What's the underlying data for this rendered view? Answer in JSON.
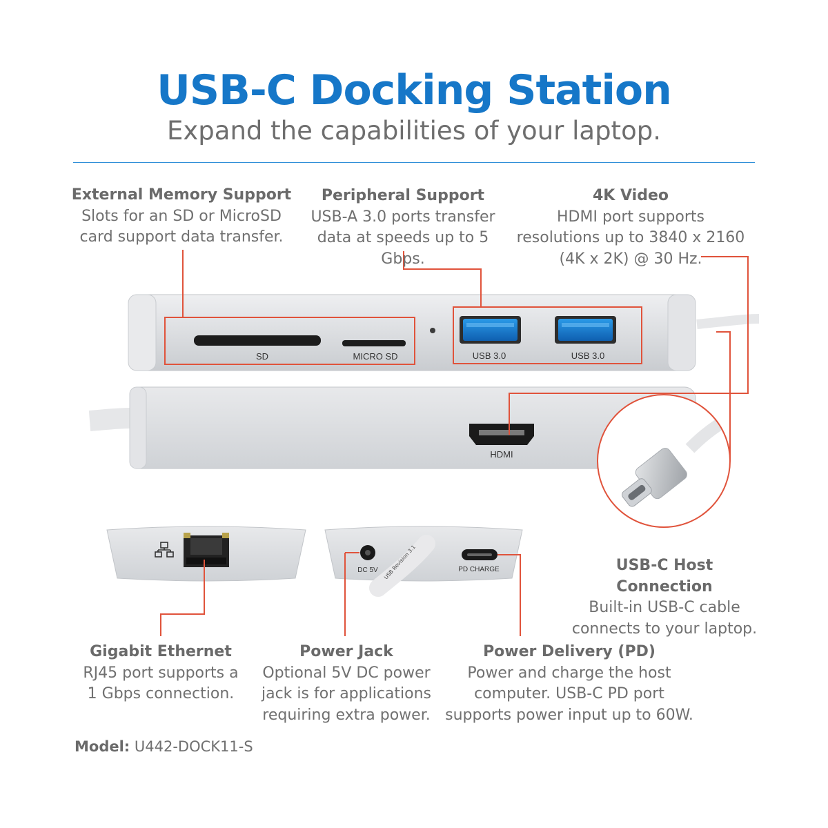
{
  "header": {
    "title": "USB-C Docking Station",
    "subtitle": "Expand the capabilities of your laptop."
  },
  "features": {
    "memory": {
      "heading": "External Memory Support",
      "lines": [
        "Slots for an SD or MicroSD",
        "card support data transfer."
      ]
    },
    "peripheral": {
      "heading": "Peripheral Support",
      "lines": [
        "USB-A 3.0 ports transfer",
        "data at speeds up to 5 Gbps."
      ]
    },
    "video": {
      "heading": "4K Video",
      "lines": [
        "HDMI port supports",
        "resolutions up to 3840 x 2160",
        "(4K x 2K) @ 30 Hz."
      ]
    },
    "host": {
      "heading": "USB-C Host Connection",
      "lines": [
        "Built-in USB-C cable",
        "connects to your laptop."
      ]
    },
    "ethernet": {
      "heading": "Gigabit Ethernet",
      "lines": [
        "RJ45 port supports a",
        "1 Gbps connection."
      ]
    },
    "power_jack": {
      "heading": "Power Jack",
      "lines": [
        "Optional 5V DC power",
        "jack is for applications",
        "requiring extra power."
      ]
    },
    "power_delivery": {
      "heading": "Power Delivery (PD)",
      "lines": [
        "Power and charge the host",
        "computer. USB-C PD port",
        "supports power input up to 60W."
      ]
    }
  },
  "port_labels": {
    "sd": "SD",
    "micro_sd": "MICRO SD",
    "usb1": "USB 3.0",
    "usb2": "USB 3.0",
    "hdmi": "HDMI",
    "dc": "DC 5V",
    "pd": "PD CHARGE",
    "cable_text": "USB Revision 3.1"
  },
  "model": {
    "label": "Model:",
    "value": "U442-DOCK11-S"
  },
  "colors": {
    "accent_blue": "#1677c8",
    "callout_red": "#e0533b",
    "body_gray": "#707070"
  },
  "icons": [
    "network-icon"
  ]
}
